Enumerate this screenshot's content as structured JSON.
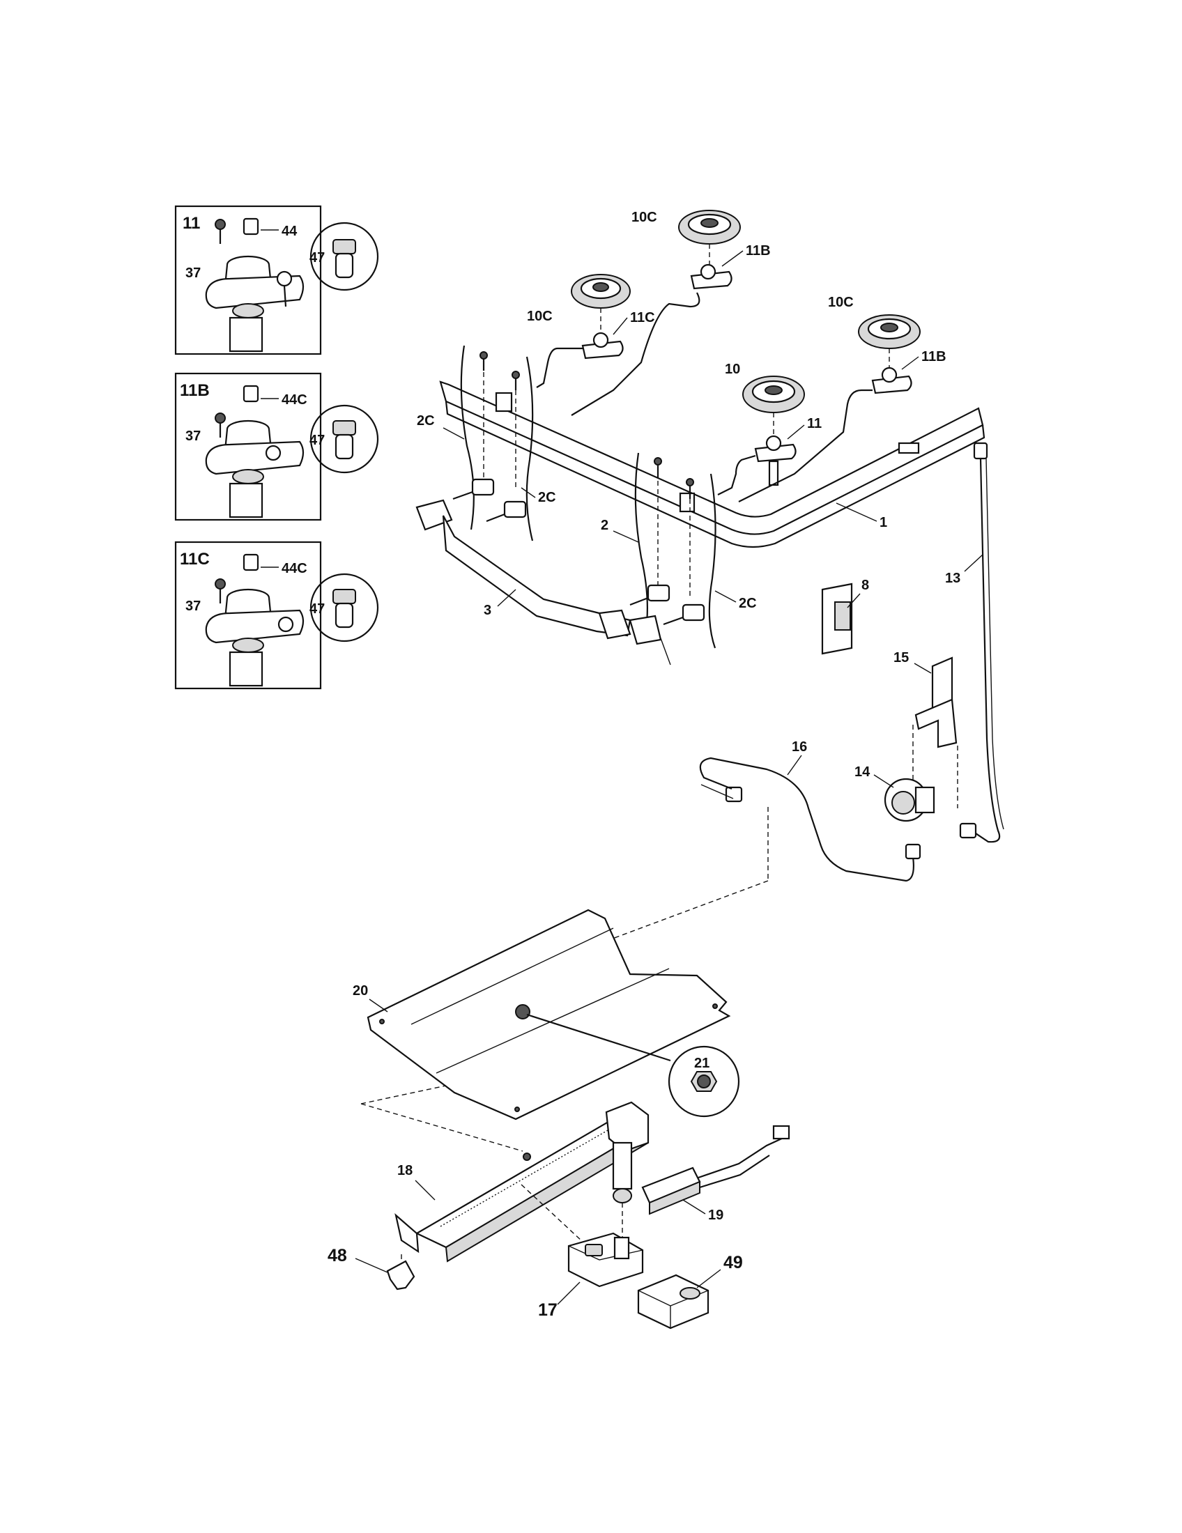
{
  "diagram": {
    "inset_boxes": [
      {
        "title": "11",
        "labels": {
          "screw": "37",
          "orifice": "44",
          "detail": "47"
        }
      },
      {
        "title": "11B",
        "labels": {
          "screw": "37",
          "orifice": "44C",
          "detail": "47"
        }
      },
      {
        "title": "11C",
        "labels": {
          "screw": "37",
          "orifice": "44C",
          "detail": "47"
        }
      }
    ],
    "callouts": {
      "burner_head_rear_center": "10C",
      "burner_valve_rear_center": "11B",
      "burner_head_left": "10C",
      "burner_valve_left": "11C",
      "burner_head_right": "10C",
      "burner_valve_right": "11B",
      "burner_head_front": "10",
      "burner_valve_front": "11",
      "valve_left_outer": "2C",
      "valve_left_inner": "2C",
      "valve_center": "2",
      "valve_right": "2C",
      "manifold": "1",
      "manifold_bracket": "3",
      "spark_module": "8",
      "supply_tube": "13",
      "regulator_bracket": "15",
      "oven_tube": "16",
      "regulator": "14",
      "oven_baffle": "20",
      "nut_detail": "21",
      "oven_burner": "18",
      "igniter": "19",
      "burner_bracket": "48",
      "safety_valve": "17",
      "valve_cover": "49"
    }
  }
}
